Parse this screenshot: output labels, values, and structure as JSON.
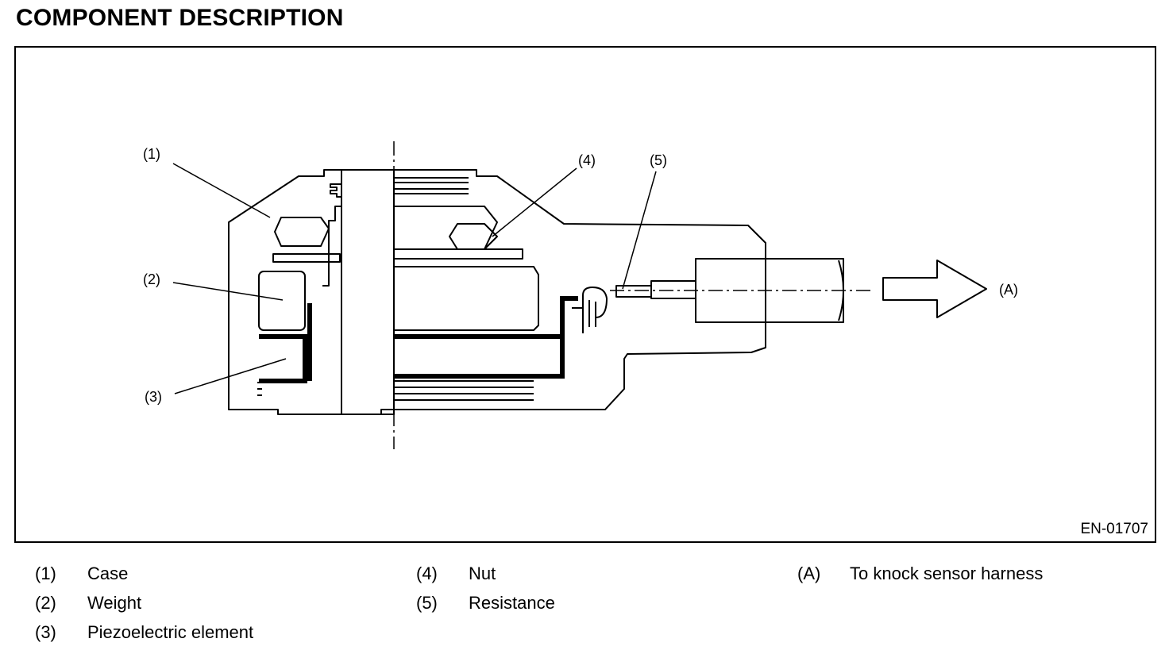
{
  "title": "COMPONENT DESCRIPTION",
  "figure_code": "EN-01707",
  "callouts": {
    "c1": "(1)",
    "c2": "(2)",
    "c3": "(3)",
    "c4": "(4)",
    "c5": "(5)",
    "cA": "(A)"
  },
  "legend": [
    {
      "num": "(1)",
      "text": "Case"
    },
    {
      "num": "(2)",
      "text": "Weight"
    },
    {
      "num": "(3)",
      "text": "Piezoelectric element"
    },
    {
      "num": "(4)",
      "text": "Nut"
    },
    {
      "num": "(5)",
      "text": "Resistance"
    },
    {
      "num": "(A)",
      "text": "To knock sensor harness"
    }
  ]
}
